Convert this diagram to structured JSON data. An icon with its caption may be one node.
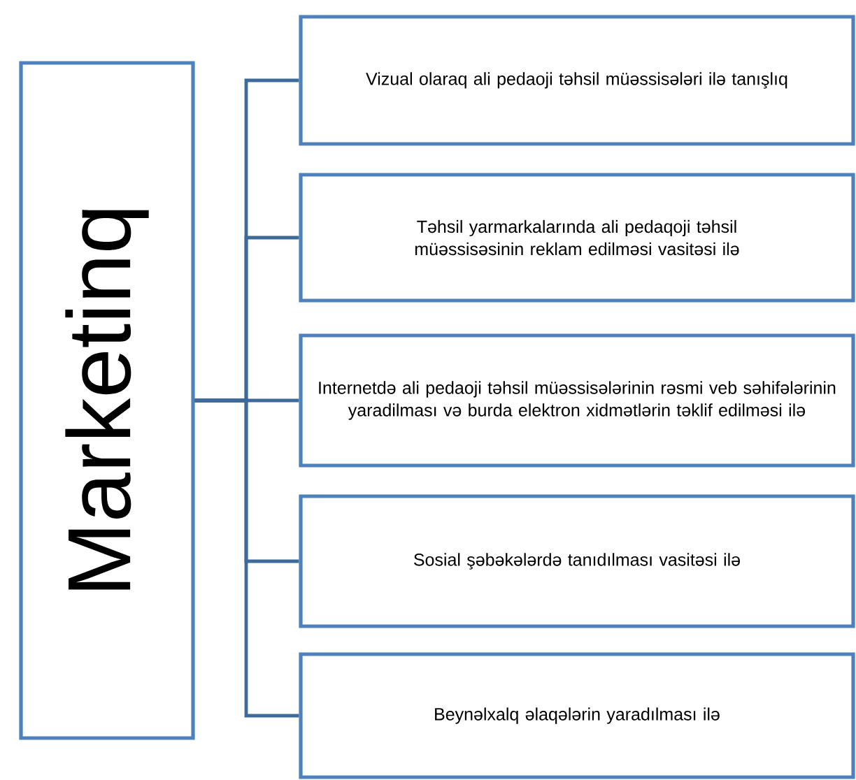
{
  "diagram": {
    "nodes": [
      {
        "text": [
          "Marketinq"
        ]
      },
      {
        "text": [
          "Vizual olaraq ali pedaoji təhsil müəssisələri ilə tanışlıq"
        ]
      },
      {
        "text": [
          "Təhsil yarmarkalarında ali pedaqoji təhsil müəssisəsinin reklam edilməsi vasitəsi ilə"
        ]
      },
      {
        "text": [
          "Internetdə ali pedaoji təhsil müəssisələrinin rəsmi veb səhifələrinin yaradilması və burda elektron xidmətlərin təklif edilməsi ilə"
        ]
      },
      {
        "text": [
          "Sosial şəbəkələrdə tanıdılması vasitəsi ilə"
        ]
      },
      {
        "text": [
          "Beynəlxalq əlaqələrin yaradılması ilə"
        ]
      }
    ],
    "edges": [
      {
        "from": 0,
        "to": 1,
        "arrow": "none"
      },
      {
        "from": 0,
        "to": 2,
        "arrow": "none"
      },
      {
        "from": 0,
        "to": 3,
        "arrow": "none"
      },
      {
        "from": 0,
        "to": 4,
        "arrow": "none"
      },
      {
        "from": 0,
        "to": 5,
        "arrow": "none"
      }
    ]
  }
}
